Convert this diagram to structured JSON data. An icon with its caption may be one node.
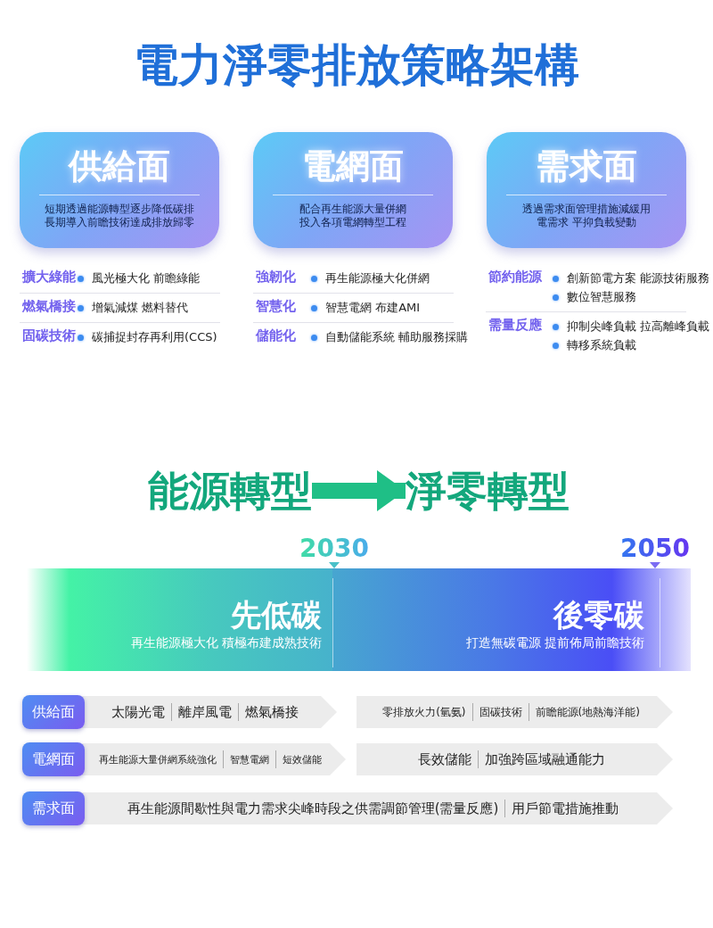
{
  "diagram": {
    "title": "電力淨零排放策略架構",
    "nodes": [
      {
        "text": [
          "供給面",
          "短期透過能源轉型逐步降低碳排長期導入前瞻技術達成排放歸零"
        ]
      },
      {
        "text": [
          "電網面",
          "配合再生能源大量併網投入各項電網轉型工程"
        ]
      },
      {
        "text": [
          "需求面",
          "透過需求面管理措施減緩用電需求 平抑負載變動"
        ]
      },
      {
        "text": [
          "能源轉型"
        ]
      },
      {
        "text": [
          "淨零轉型"
        ]
      },
      {
        "text": [
          "先低碳",
          "再生能源極大化 積極布建成熟技術"
        ]
      },
      {
        "text": [
          "後零碳",
          "打造無碳電源 提前佈局前瞻技術"
        ]
      },
      {
        "text": [
          "供給面"
        ]
      },
      {
        "text": [
          "太陽光電",
          "離岸風電",
          "燃氣橋接"
        ]
      },
      {
        "text": [
          "零排放火力(氫氨)",
          "固碳技術",
          "前瞻能源(地熱海洋能)"
        ]
      },
      {
        "text": [
          "電網面"
        ]
      },
      {
        "text": [
          "再生能源大量併網系統強化",
          "智慧電網",
          "短效儲能"
        ]
      },
      {
        "text": [
          "長效儲能",
          "加強跨區域融通能力"
        ]
      },
      {
        "text": [
          "需求面"
        ]
      },
      {
        "text": [
          "再生能源間歇性與電力需求尖峰時段之供需調節管理(需量反應)",
          "用戶節電措施推動"
        ]
      }
    ],
    "edges": [
      {
        "from": 3,
        "to": 4,
        "arrow": "to"
      }
    ],
    "labels": [
      "擴大綠能",
      "風光極大化 前瞻綠能",
      "燃氣橋接",
      "增氣減煤 燃料替代",
      "固碳技術",
      "碳捕捉封存再利用(CCS)",
      "強韌化",
      "再生能源極大化併網",
      "智慧化",
      "智慧電網 布建AMI",
      "儲能化",
      "自動儲能系統 輔助服務採購",
      "節約能源",
      "創新節電方案 能源技術服務",
      "數位智慧服務",
      "需量反應",
      "抑制尖峰負載 拉高離峰負載",
      "轉移系統負載",
      "2030",
      "2050"
    ]
  }
}
